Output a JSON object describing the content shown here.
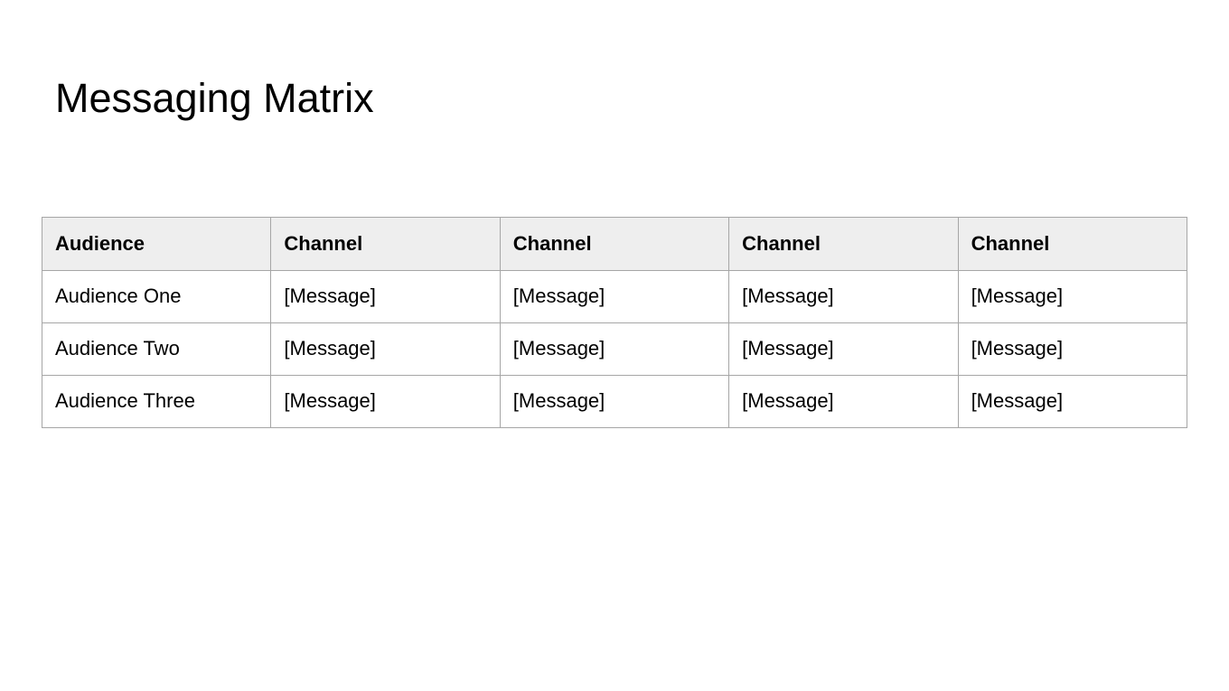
{
  "slide": {
    "title": "Messaging Matrix"
  },
  "table": {
    "headers": [
      "Audience",
      "Channel",
      "Channel",
      "Channel",
      "Channel"
    ],
    "rows": [
      [
        "Audience One",
        "[Message]",
        "[Message]",
        "[Message]",
        "[Message]"
      ],
      [
        "Audience Two",
        "[Message]",
        "[Message]",
        "[Message]",
        "[Message]"
      ],
      [
        "Audience Three",
        "[Message]",
        "[Message]",
        "[Message]",
        "[Message]"
      ]
    ]
  },
  "colors": {
    "background": "#ffffff",
    "header_bg": "#eeeeee",
    "border": "#a6a6a6",
    "text": "#000000"
  }
}
